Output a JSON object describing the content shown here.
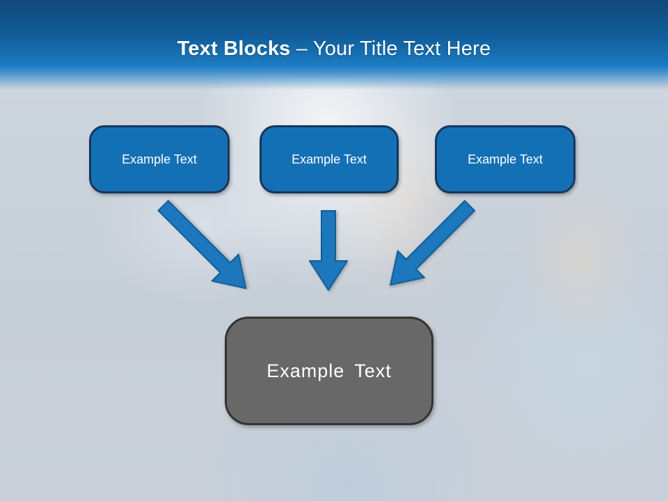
{
  "slide": {
    "header": {
      "title_bold": "Text Blocks",
      "title_regular": "– Your Title Text Here"
    },
    "blocks": [
      {
        "label": "Example Text"
      },
      {
        "label": "Example Text"
      },
      {
        "label": "Example Text"
      }
    ],
    "result_block": {
      "label": "Example Text"
    },
    "arrows": [
      {
        "name": "arrow-left",
        "direction": "down-right"
      },
      {
        "name": "arrow-middle",
        "direction": "down"
      },
      {
        "name": "arrow-right",
        "direction": "down-left"
      }
    ],
    "colors": {
      "header_top": "#10497C",
      "header_mid": "#115E9B",
      "header_bottom": "#1B7CC1",
      "title_text": "#FFFFFF",
      "block_fill": "#1470B4",
      "block_border": "#17375E",
      "block_text": "#FFFFFF",
      "arrow_fill": "#1C77BC",
      "arrow_border": "#135E92",
      "result_fill": "#686868",
      "result_border": "#333333",
      "result_text": "#FFFFFF",
      "background": "#C7CED7"
    }
  }
}
